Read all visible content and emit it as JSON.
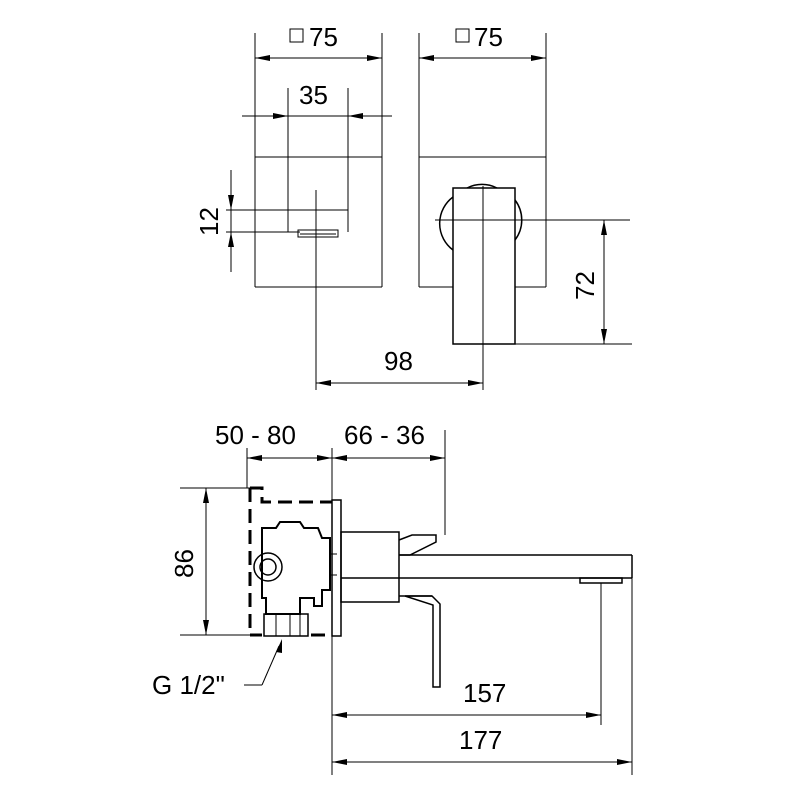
{
  "dimensions": {
    "top_left_width": "75",
    "top_right_width": "75",
    "spout_width": "35",
    "spout_height": "12",
    "lever_height": "72",
    "spout_offset": "98",
    "wall_range": "50 - 80",
    "projection_range": "66 - 36",
    "body_height": "86",
    "spout_length_inner": "157",
    "spout_length_total": "177",
    "thread": "G 1/2\""
  },
  "colors": {
    "line": "#000000",
    "background": "#ffffff"
  },
  "icons": {
    "square_symbol": "square-dimension-icon"
  }
}
